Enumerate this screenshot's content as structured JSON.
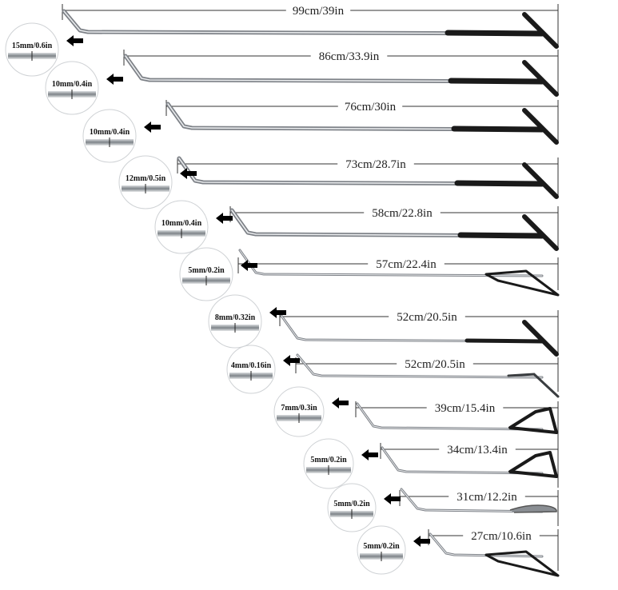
{
  "rods": [
    {
      "length": "99cm/39in",
      "diameter": "15mm/0.6in",
      "handle": "tee",
      "tip": "hook"
    },
    {
      "length": "86cm/33.9in",
      "diameter": "10mm/0.4in",
      "handle": "tee",
      "tip": "bent"
    },
    {
      "length": "76cm/30in",
      "diameter": "10mm/0.4in",
      "handle": "tee",
      "tip": "bent"
    },
    {
      "length": "73cm/28.7in",
      "diameter": "12mm/0.5in",
      "handle": "tee",
      "tip": "bent"
    },
    {
      "length": "58cm/22.8in",
      "diameter": "10mm/0.4in",
      "handle": "tee",
      "tip": "bent"
    },
    {
      "length": "57cm/22.4in",
      "diameter": "5mm/0.2in",
      "handle": "loop",
      "tip": "bent"
    },
    {
      "length": "52cm/20.5in",
      "diameter": "8mm/0.32in",
      "handle": "tee",
      "tip": "bent"
    },
    {
      "length": "52cm/20.5in",
      "diameter": "4mm/0.16in",
      "handle": "flat",
      "tip": "hook"
    },
    {
      "length": "39cm/15.4in",
      "diameter": "7mm/0.3in",
      "handle": "triangle",
      "tip": "bent"
    },
    {
      "length": "34cm/13.4in",
      "diameter": "5mm/0.2in",
      "handle": "triangle",
      "tip": "bent"
    },
    {
      "length": "31cm/12.2in",
      "diameter": "5mm/0.2in",
      "handle": "whale",
      "tip": "hook"
    },
    {
      "length": "27cm/10.6in",
      "diameter": "5mm/0.2in",
      "handle": "loop",
      "tip": "hook"
    }
  ],
  "colors": {
    "chrome": "#b9bcc0",
    "handle": "#1a1a1a",
    "line": "#333333"
  }
}
